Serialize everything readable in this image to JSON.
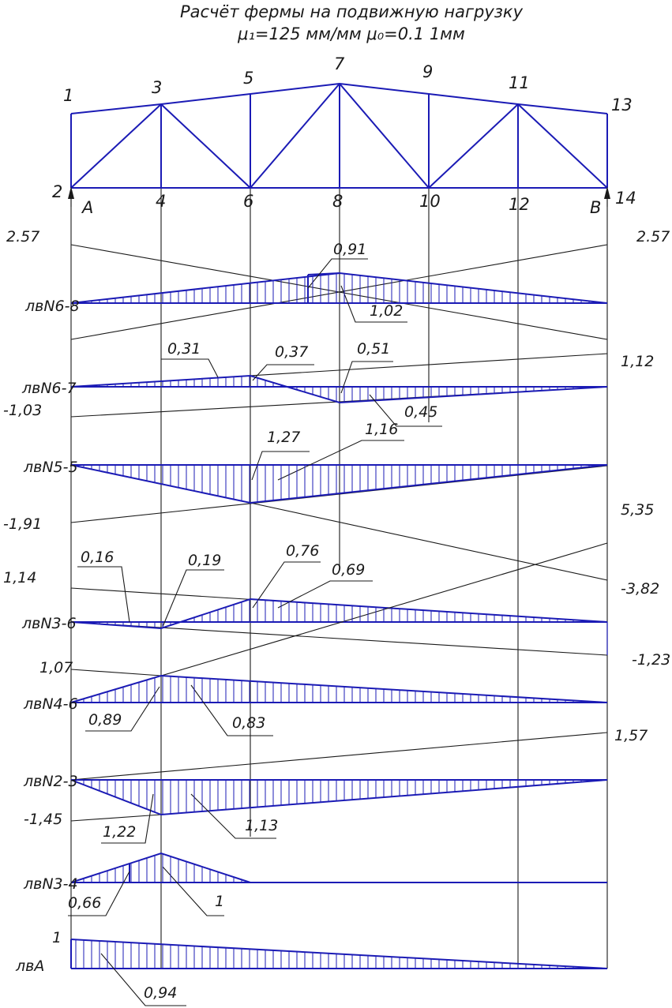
{
  "title": "Расчёт фермы на подвижную нагрузку",
  "scales": "μ₁=125 мм/мм  μ₀=0.1 1мм",
  "truss_nodes": [
    "1",
    "2",
    "3",
    "4",
    "5",
    "6",
    "7",
    "8",
    "9",
    "10",
    "11",
    "12",
    "13",
    "14"
  ],
  "supports": {
    "left": "A",
    "right": "B"
  },
  "influence_lines": [
    {
      "label": "лвN6-8",
      "values": [
        "2.57",
        "2.57",
        "0,91",
        "1,02"
      ]
    },
    {
      "label": "лвN6-7",
      "values": [
        "0,31",
        "0,37",
        "0,51",
        "1,12",
        "-1,03",
        "0,45"
      ]
    },
    {
      "label": "лвN5-5",
      "values": [
        "1,27",
        "1,16",
        "-1,91",
        "5,35",
        "-3,82"
      ]
    },
    {
      "label": "лвN3-6",
      "values": [
        "0,16",
        "0,19",
        "0,76",
        "0,69",
        "1,14",
        "-1,23"
      ]
    },
    {
      "label": "лвN4-6",
      "values": [
        "1,07",
        "0,89",
        "0,83"
      ]
    },
    {
      "label": "лвN2-3",
      "values": [
        "1,57",
        "-1,45",
        "1,22",
        "1,13"
      ]
    },
    {
      "label": "лвN3-4",
      "values": [
        "0,66",
        "1"
      ]
    },
    {
      "label": "лвA",
      "values": [
        "1",
        "0,94"
      ]
    }
  ]
}
